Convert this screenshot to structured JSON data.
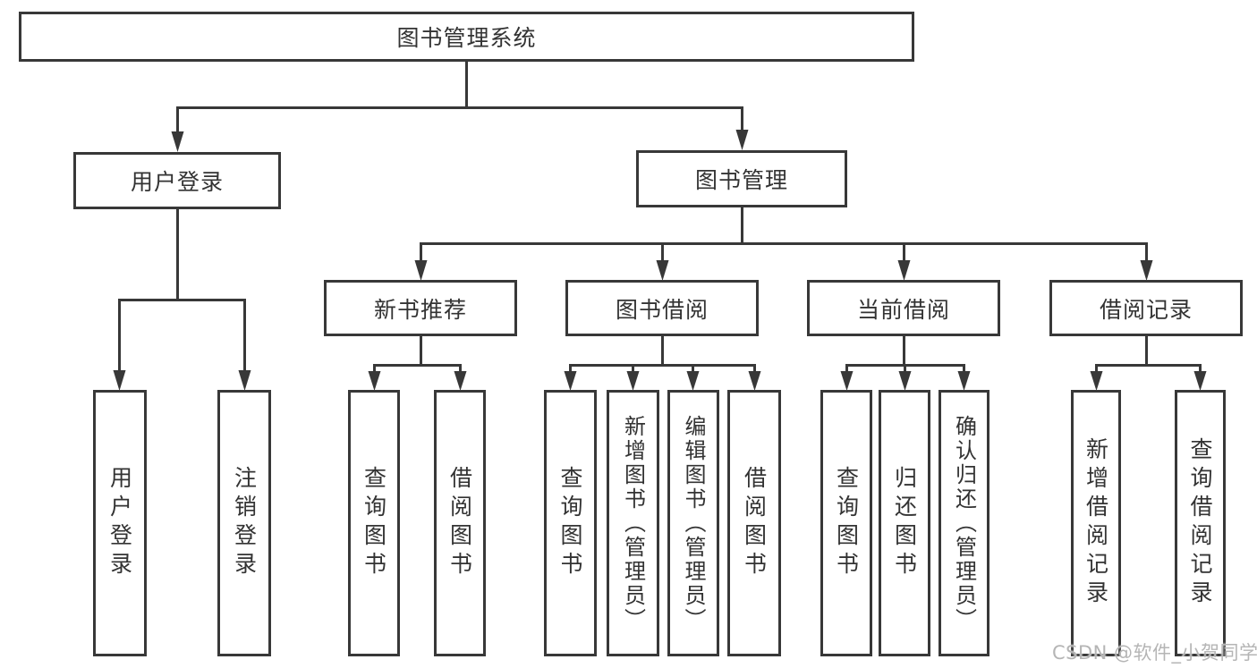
{
  "diagram": {
    "title": "图书管理系统",
    "level1": [
      "用户登录",
      "图书管理"
    ],
    "level2": [
      "新书推荐",
      "图书借阅",
      "当前借阅",
      "借阅记录"
    ],
    "leaves": [
      "用户登录",
      "注销登录",
      "查询图书",
      "借阅图书",
      "查询图书",
      "新增图书（管理员）",
      "编辑图书（管理员）",
      "借阅图书",
      "查询图书",
      "归还图书",
      "确认归还（管理员）",
      "新增借阅记录",
      "查询借阅记录"
    ]
  },
  "watermark": "CSDN @软件_小贺同学",
  "colors": {
    "line": "#383838",
    "text": "#333333",
    "background": "#ffffff",
    "watermark": "#b5b5b5"
  }
}
